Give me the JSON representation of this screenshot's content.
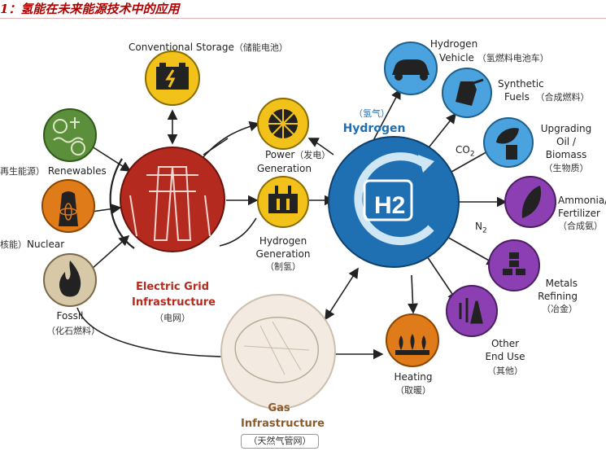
{
  "heading": "1：氢能在未来能源技术中的应用",
  "nodes": {
    "conventional_storage": {
      "label": "Conventional Storage",
      "zh": "（储能电池）"
    },
    "renewables": {
      "label": "Renewables",
      "zh": "再生能源）"
    },
    "nuclear": {
      "label": "Nuclear",
      "zh": "核能）"
    },
    "fossil": {
      "label": "Fossil",
      "zh": "（化石燃料）"
    },
    "electric_grid": {
      "label_line1": "Electric Grid",
      "label_line2": "Infrastructure",
      "zh": "（电网）"
    },
    "power_generation": {
      "label_line1": "Power",
      "zh_inline": "（发电）",
      "label_line2": "Generation"
    },
    "hydrogen_generation": {
      "label_line1": "Hydrogen",
      "label_line2": "Generation",
      "zh": "（制氢）"
    },
    "hydrogen": {
      "label": "Hydrogen",
      "zh": "（氢气）",
      "symbol": "H2"
    },
    "gas_infrastructure": {
      "label_line1": "Gas",
      "label_line2": "Infrastructure",
      "zh": "（天然气管网）"
    },
    "heating": {
      "label": "Heating",
      "zh": "（取暖）"
    },
    "hydrogen_vehicle": {
      "label_line1": "Hydrogen",
      "label_line2": "Vehicle",
      "zh": "（氢燃料电池车）"
    },
    "synthetic_fuels": {
      "label_line1": "Synthetic",
      "label_line2": "Fuels",
      "zh": "（合成燃料）"
    },
    "upgrading": {
      "label_line1": "Upgrading",
      "label_line2": "Oil /",
      "label_line3": "Biomass",
      "zh": "（生物质）"
    },
    "ammonia": {
      "label_line1": "Ammonia/",
      "label_line2": "Fertilizer",
      "zh": "（合成氨）"
    },
    "metals": {
      "label_line1": "Metals",
      "label_line2": "Refining",
      "zh": "（冶金）"
    },
    "other": {
      "label_line1": "Other",
      "label_line2": "End Use",
      "zh": "（其他）"
    }
  },
  "inputs": {
    "co2": "CO",
    "co2_sub": "2",
    "n2": "N",
    "n2_sub": "2"
  },
  "colors": {
    "grid_red": "#b52a1e",
    "hydrogen_blue": "#1f6fb3",
    "storage_yellow": "#f2c21b",
    "renewables_green": "#5b8f3b",
    "nuclear_orange": "#e07b1a",
    "fossil_tan": "#d7c8a8",
    "vehicle_blue": "#4aa3df",
    "ammonia_purple": "#8b3fb3",
    "heating_orange": "#e07b1a"
  }
}
